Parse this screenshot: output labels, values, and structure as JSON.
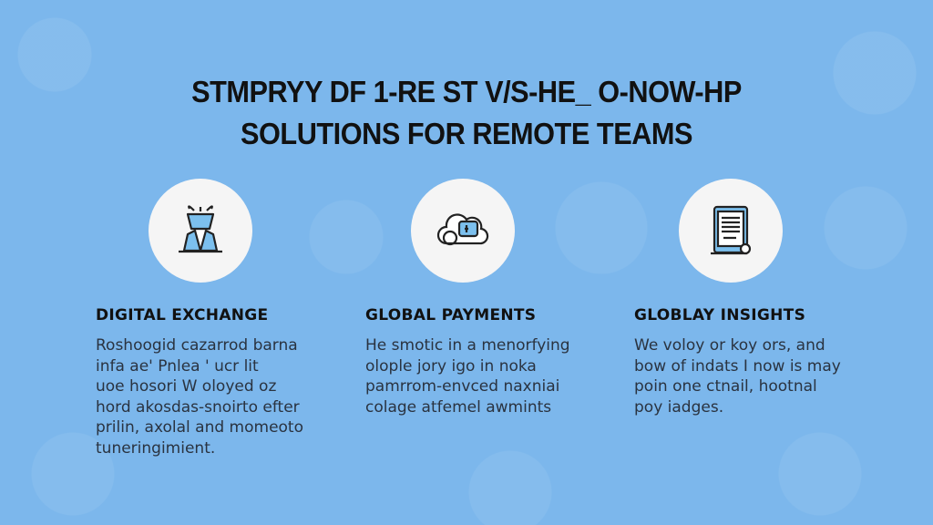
{
  "title": {
    "line1": "STMPRYY DF 1-RE ST V/S-HE_ O-NOW-HP",
    "line2": "SOLUTIONS FOR REMOTE TEAMS"
  },
  "colors": {
    "background": "#7cb7ec",
    "icon_fill": "#7cc0ee",
    "circle": "#f5f5f5"
  },
  "features": [
    {
      "icon": "person-icon",
      "heading": "DIGITAL EXCHANGE",
      "body": [
        "Roshoogid cazarrod barna",
        "infa ae' Pnlea ' ucr lit",
        "uoe hosori W oloyed oz",
        "hord akosdas-snoirto efter",
        "prilin, axolal and momeoto",
        "tuneringimient."
      ]
    },
    {
      "icon": "cloud-payment-icon",
      "heading": "GLOBAL PAYMENTS",
      "body": [
        "He smotic in a menorfying",
        "olople jory igo in noka",
        "pamrrom-envced naxniai",
        "colage atfemel awmints"
      ]
    },
    {
      "icon": "tablet-document-icon",
      "heading": "GLOBLAY INSIGHTS",
      "body": [
        "We voloy or koy ors, and",
        "bow of indats I now is may",
        "poin one ctnail, hootnal",
        "poy iadges."
      ]
    }
  ]
}
